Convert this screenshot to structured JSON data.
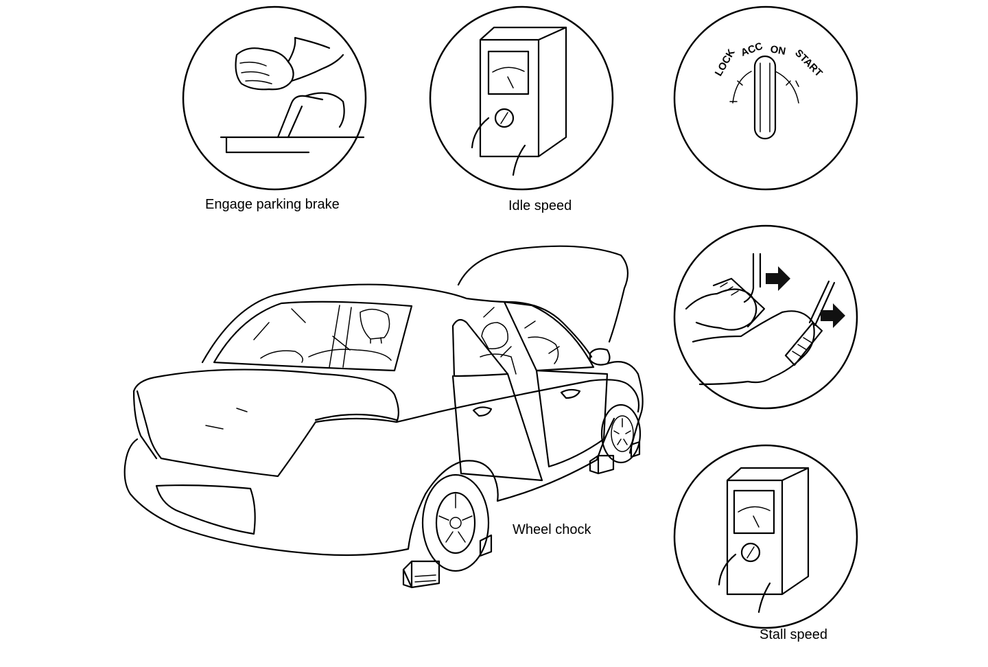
{
  "labels": {
    "parking_brake": "Engage parking brake",
    "idle_speed": "Idle speed",
    "stall_speed": "Stall speed",
    "wheel_chock": "Wheel chock"
  },
  "ignition_positions": [
    "LOCK",
    "ACC",
    "ON",
    "START"
  ],
  "colors": {
    "line": "#000000",
    "background": "#ffffff",
    "arrow_fill": "#111111"
  },
  "icons": [
    "parking-brake-hand-icon",
    "tachometer-icon",
    "ignition-switch-icon",
    "pedals-feet-icon",
    "car-drawing",
    "wheel-chock-icon"
  ]
}
